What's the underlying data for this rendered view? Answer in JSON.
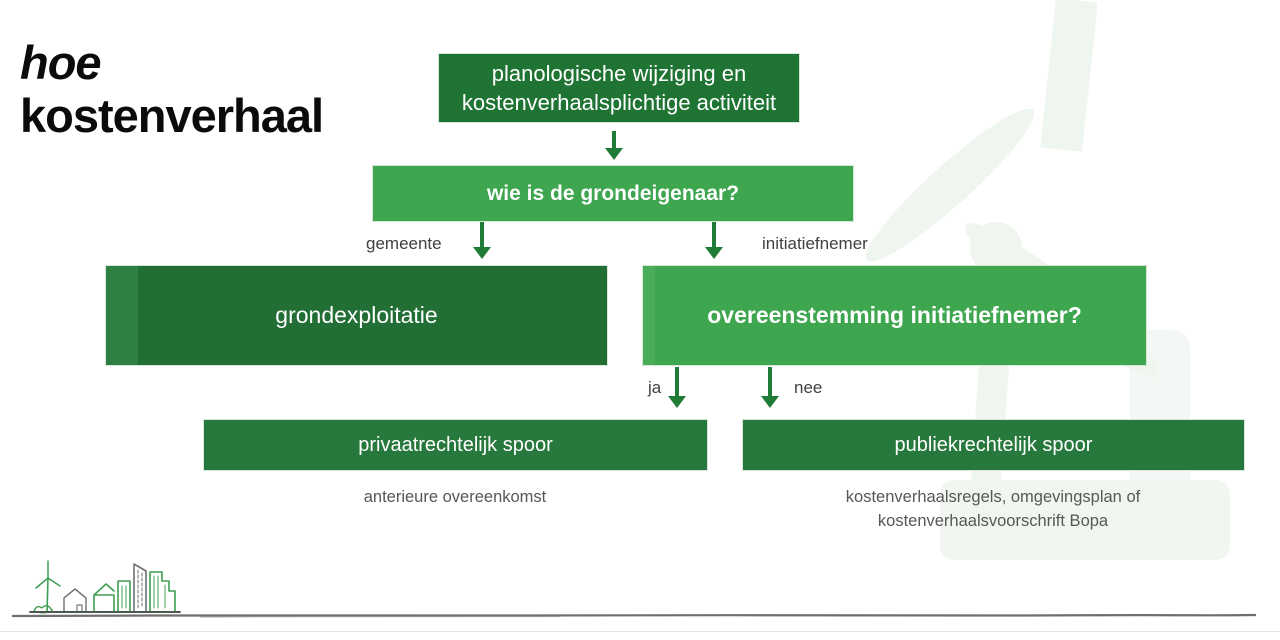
{
  "slide": {
    "title_line1": "hoe",
    "title_line2": "kostenverhaal"
  },
  "flowchart": {
    "top_box": {
      "label": "planologische wijziging en kostenverhaalsplichtige activiteit"
    },
    "question_box": {
      "label": "wie is de grondeigenaar?"
    },
    "branch_left_label": "gemeente",
    "branch_right_label": "initiatiefnemer",
    "grondexploitatie_box": {
      "label": "grondexploitatie"
    },
    "overeenstemming_box": {
      "label": "overeenstemming initiatiefnemer?"
    },
    "decision_yes_label": "ja",
    "decision_no_label": "nee",
    "private_box": {
      "label": "privaatrechtelijk spoor",
      "note": "anterieure overeenkomst"
    },
    "public_box": {
      "label": "publiekrechtelijk spoor",
      "note": "kostenverhaalsregels, omgevingsplan of kostenverhaalsvoorschrift Bopa"
    }
  },
  "colors": {
    "dark_green": "#24753a",
    "medium_green": "#3ea64f",
    "arrow_green": "#1f7c37",
    "branch_label_gray": "#404040",
    "note_gray": "#575757",
    "watermark_green": "#eef4ee"
  },
  "icons": {
    "skyline": "city-skyline-illustration",
    "watermark": "windmill-watermark"
  }
}
